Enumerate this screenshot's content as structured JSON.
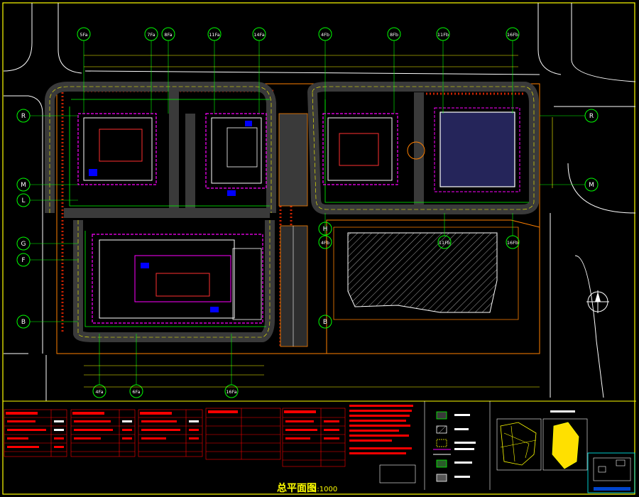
{
  "drawing": {
    "title": "总平面图",
    "scale": "1:1000"
  },
  "axis_labels": {
    "top": [
      "5Fa",
      "7Fa",
      "8Fa",
      "11Fa",
      "14Fa",
      "4Fb",
      "8Fb",
      "11Fb",
      "16Fb"
    ],
    "bottom": [
      "4Fa",
      "6Fa",
      "16Fa"
    ],
    "middle": [
      "4Fb",
      "11Fb",
      "16Fb"
    ],
    "left": [
      "R",
      "M",
      "L",
      "G",
      "F",
      "B"
    ],
    "right": [
      "R",
      "M"
    ],
    "center": [
      "H",
      "B"
    ]
  },
  "colors": {
    "background": "#000000",
    "frame": "#ffff00",
    "axis": "#00ff00",
    "road": "#3a3a3a",
    "building_outline": "#ffffff",
    "table_text": "#ff0000",
    "dimension": "#ffff00",
    "property_line": "#ff00ff",
    "water": "#25255a"
  }
}
